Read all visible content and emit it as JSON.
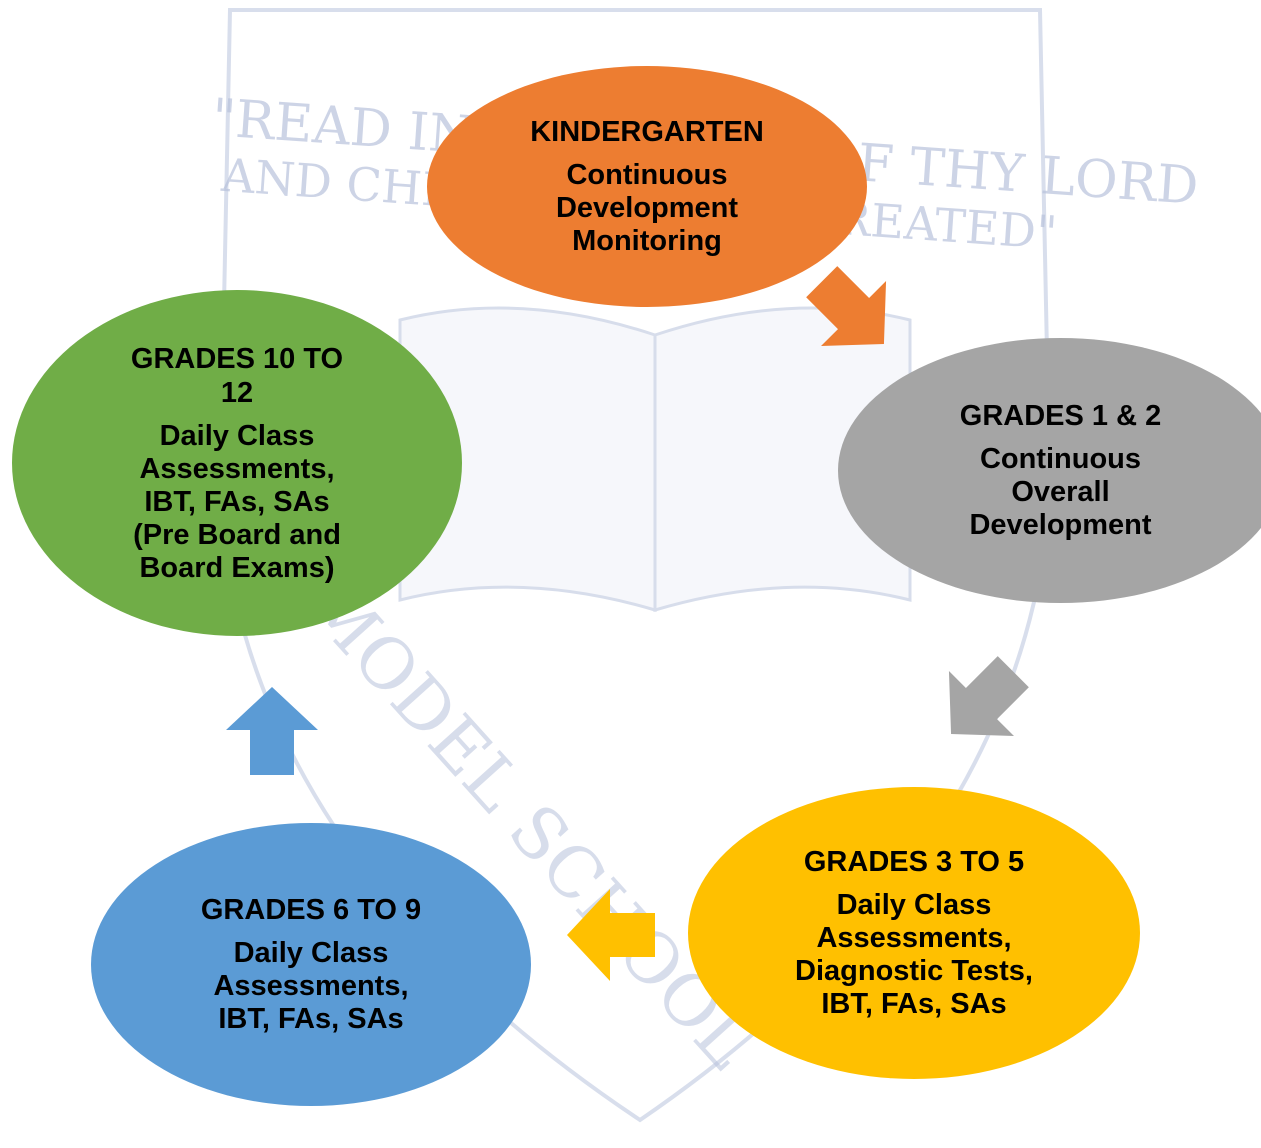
{
  "watermark": {
    "motto_line1": "\"READ IN THE NAME OF THY LORD",
    "motto_line2": "AND CHERISHER WHO CREATED\"",
    "ring_text": "NMODEL SCHOOL"
  },
  "nodes": [
    {
      "id": "kindergarten",
      "title": "KINDERGARTEN",
      "desc": "Continuous\nDevelopment\nMonitoring",
      "color": "#ED7D31"
    },
    {
      "id": "grades-1-2",
      "title": "GRADES 1 & 2",
      "desc": "Continuous\nOverall\nDevelopment",
      "color": "#A5A5A5"
    },
    {
      "id": "grades-3-5",
      "title": "GRADES 3 TO 5",
      "desc": "Daily Class\nAssessments,\nDiagnostic Tests,\nIBT, FAs, SAs",
      "color": "#FFC000"
    },
    {
      "id": "grades-6-9",
      "title": "GRADES 6 TO 9",
      "desc": "Daily Class\nAssessments,\nIBT, FAs, SAs",
      "color": "#5B9BD5"
    },
    {
      "id": "grades-10-12",
      "title": "GRADES 10 TO\n12",
      "desc": "Daily Class\nAssessments,\nIBT, FAs, SAs\n(Pre Board and\nBoard Exams)",
      "color": "#70AD47"
    }
  ],
  "arrows": [
    {
      "from": "kindergarten",
      "to": "grades-1-2",
      "color": "#ED7D31"
    },
    {
      "from": "grades-1-2",
      "to": "grades-3-5",
      "color": "#A5A5A5"
    },
    {
      "from": "grades-3-5",
      "to": "grades-6-9",
      "color": "#FFC000"
    },
    {
      "from": "grades-6-9",
      "to": "grades-10-12",
      "color": "#5B9BD5"
    }
  ]
}
